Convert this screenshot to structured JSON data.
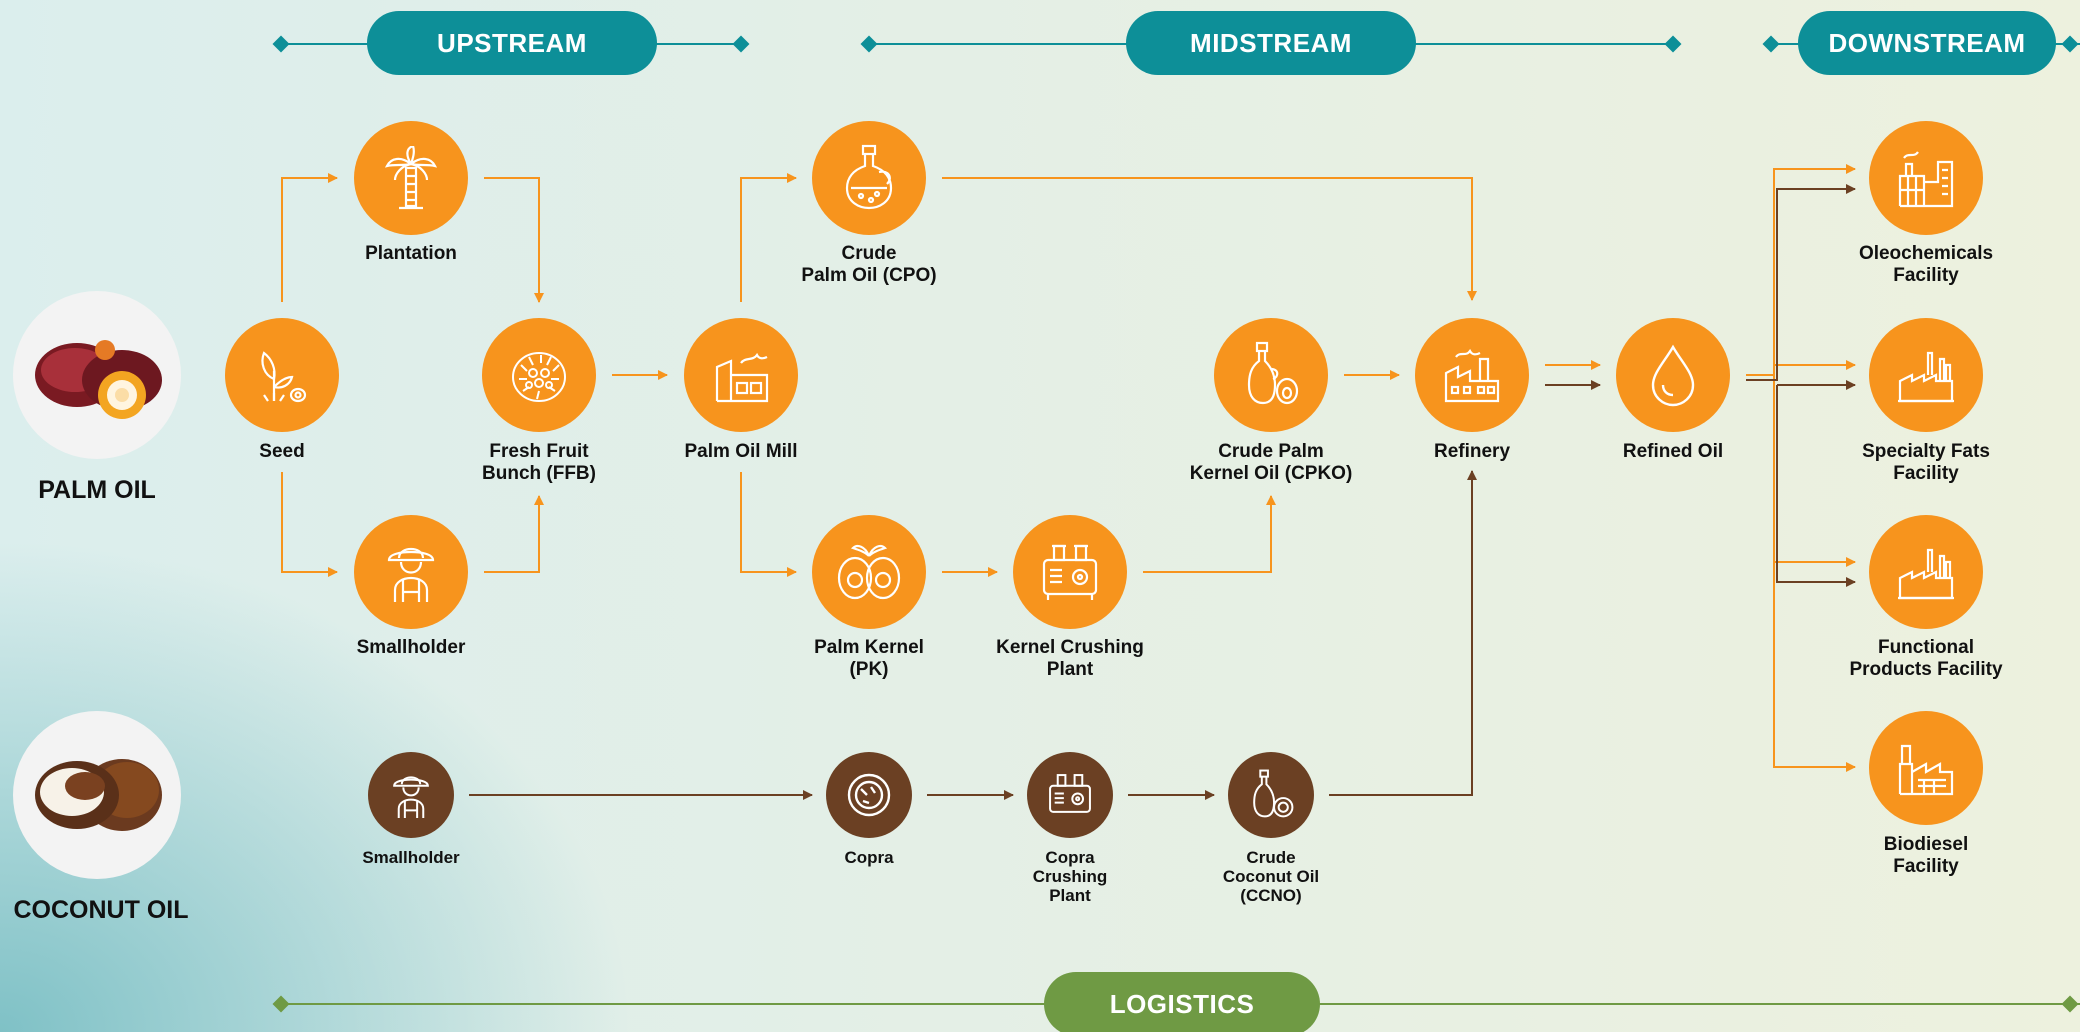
{
  "headers": {
    "upstream": "UPSTREAM",
    "midstream": "MIDSTREAM",
    "downstream": "DOWNSTREAM",
    "logistics": "LOGISTICS"
  },
  "products": {
    "palm_oil": "PALM OIL",
    "coconut_oil": "COCONUT OIL"
  },
  "palm_nodes": {
    "seed": "Seed",
    "plantation": "Plantation",
    "smallholder": "Smallholder",
    "ffb_line1": "Fresh Fruit",
    "ffb_line2": "Bunch (FFB)",
    "mill": "Palm Oil Mill",
    "cpo_line1": "Crude",
    "cpo_line2": "Palm Oil (CPO)",
    "pk_line1": "Palm Kernel",
    "pk_line2": "(PK)",
    "kcp_line1": "Kernel Crushing",
    "kcp_line2": "Plant",
    "cpko_line1": "Crude Palm",
    "cpko_line2": "Kernel Oil (CPKO)",
    "refinery": "Refinery",
    "refined_oil": "Refined Oil"
  },
  "coconut_nodes": {
    "smallholder": "Smallholder",
    "copra": "Copra",
    "ccp_line1": "Copra",
    "ccp_line2": "Crushing",
    "ccp_line3": "Plant",
    "ccno_line1": "Crude",
    "ccno_line2": "Coconut Oil",
    "ccno_line3": "(CCNO)"
  },
  "downstream_nodes": {
    "oleo_line1": "Oleochemicals",
    "oleo_line2": "Facility",
    "sfat_line1": "Specialty Fats",
    "sfat_line2": "Facility",
    "func_line1": "Functional",
    "func_line2": "Products Facility",
    "bio_line1": "Biodiesel",
    "bio_line2": "Facility"
  },
  "colors": {
    "teal": "#0d8f98",
    "orange": "#f7941d",
    "brown": "#6b4023",
    "green": "#6f9a44"
  }
}
